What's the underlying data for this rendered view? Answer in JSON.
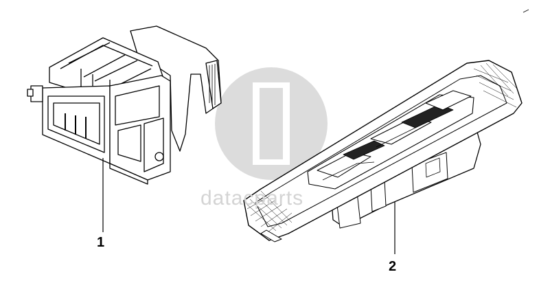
{
  "callouts": {
    "part_1": "1",
    "part_2": "2"
  },
  "watermark": {
    "text": "datacparts",
    "color": "#d9d9d9"
  },
  "colors": {
    "line": "#000000",
    "background": "#ffffff"
  }
}
